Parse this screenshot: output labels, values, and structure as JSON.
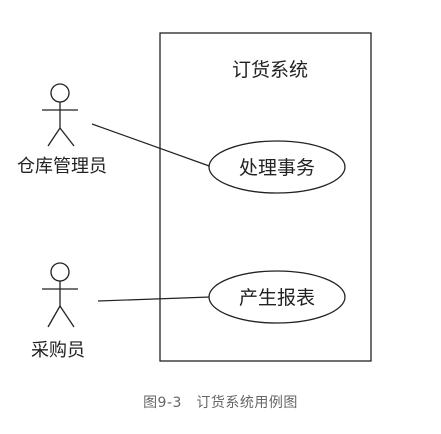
{
  "diagram": {
    "system_name": "订货系统",
    "actors": [
      {
        "label": "仓库管理员"
      },
      {
        "label": "采购员"
      }
    ],
    "use_cases": [
      {
        "label": "处理事务"
      },
      {
        "label": "产生报表"
      }
    ],
    "associations": [
      {
        "actor": "仓库管理员",
        "use_case": "处理事务"
      },
      {
        "actor": "采购员",
        "use_case": "产生报表"
      }
    ]
  },
  "caption": "图9-3　订货系统用例图"
}
